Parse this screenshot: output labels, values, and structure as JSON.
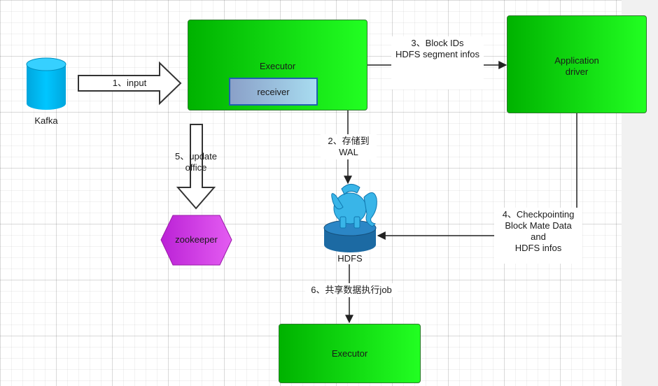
{
  "nodes": {
    "kafka": "Kafka",
    "executor_top": "Executor",
    "receiver": "receiver",
    "app_driver": "Application\ndriver",
    "hdfs": "HDFS",
    "zookeeper": "zookeeper",
    "executor_bottom": "Executor"
  },
  "edges": {
    "input": "1、input",
    "store_wal": "2、存储到\nWAL",
    "block_ids": "3、Block IDs\nHDFS segment infos",
    "checkpointing": "4、Checkpointing\nBlock Mate Data\nand\nHDFS infos",
    "update_offset": "5、update\noffice",
    "share_data": "6、共享数据执行job"
  },
  "colors": {
    "box_green_dark": "#00b200",
    "box_green_light": "#22ff22",
    "receiver_left": "#8aa0c8",
    "receiver_right": "#a8dcf0",
    "kafka_cyan": "#00b9f1",
    "zookeeper_magenta": "#cc33dd",
    "hdfs_navy": "#1c6aa3",
    "elephant_blue": "#39b5e8"
  }
}
